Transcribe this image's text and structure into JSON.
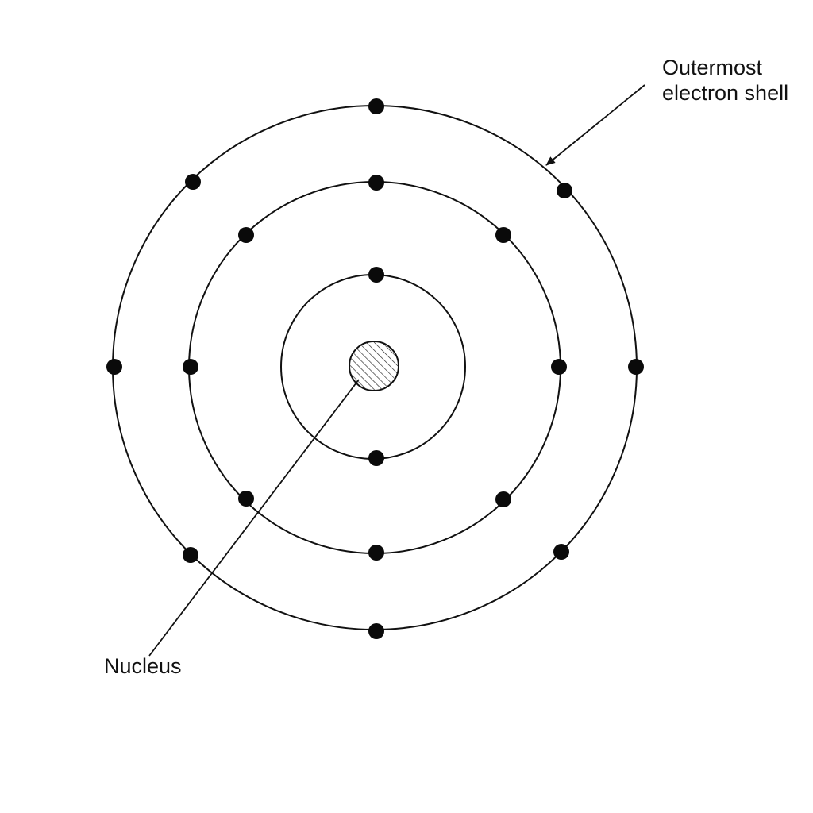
{
  "labels": {
    "outer_shell_line1": "Outermost",
    "outer_shell_line2": "electron shell",
    "nucleus": "Nucleus"
  },
  "shells": [
    {
      "name": "inner-shell",
      "electrons": 2
    },
    {
      "name": "middle-shell",
      "electrons": 8
    },
    {
      "name": "outer-shell",
      "electrons": 8
    }
  ],
  "colors": {
    "line": "#111111",
    "electron": "#0a0a0a",
    "nucleus_hatch": "#222222",
    "background": "#ffffff"
  }
}
